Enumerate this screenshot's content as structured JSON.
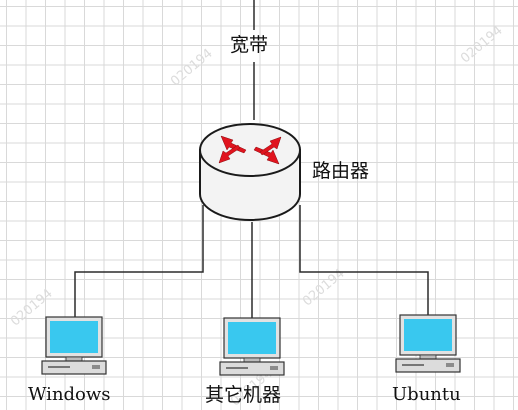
{
  "diagram": {
    "broadband_label": "宽带",
    "router_label": "路由器",
    "computers": [
      {
        "label": "Windows"
      },
      {
        "label": "其它机器"
      },
      {
        "label": "Ubuntu"
      }
    ],
    "watermark_text": "020194",
    "colors": {
      "line": "#2b2b2b",
      "router_body": "#f3f3f3",
      "router_arrows": "#e0141e",
      "screen": "#39c8ef",
      "computer_case": "#dcdcdc"
    }
  }
}
